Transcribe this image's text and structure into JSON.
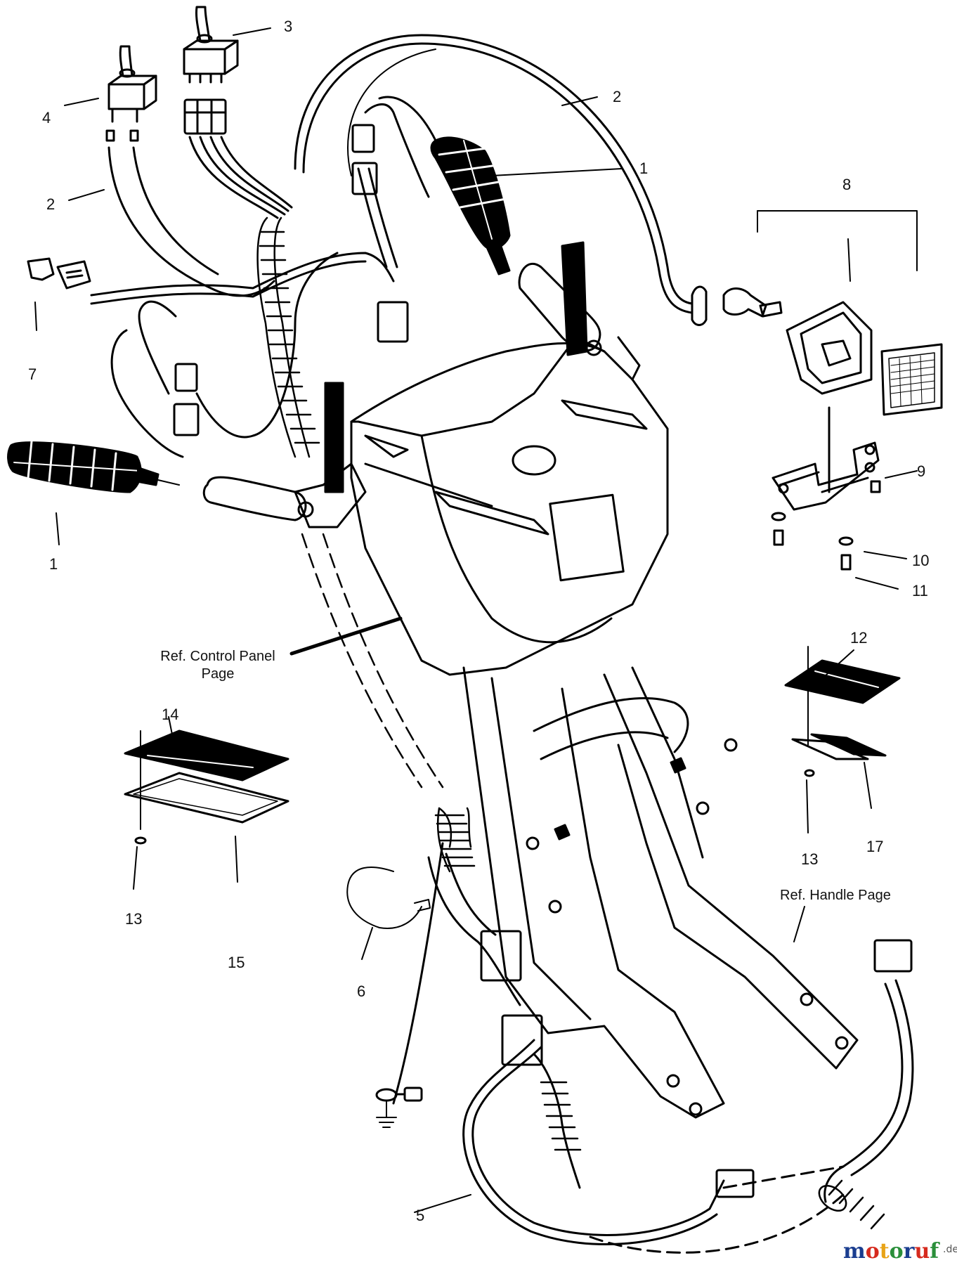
{
  "callouts": {
    "n1_grip_right": "1",
    "n1_grip_left": "1",
    "n2_cable_top": "2",
    "n2_wires_left": "2",
    "n3": "3",
    "n4": "4",
    "n5": "5",
    "n6": "6",
    "n7": "7",
    "n8": "8",
    "n9": "9",
    "n10": "10",
    "n11": "11",
    "n12": "12",
    "n13_left": "13",
    "n13_right": "13",
    "n14": "14",
    "n15": "15",
    "n17": "17"
  },
  "references": {
    "control_panel_line1": "Ref. Control Panel",
    "control_panel_line2": "Page",
    "handle_page": "Ref. Handle Page"
  },
  "watermark": {
    "brand": "motoruf",
    "suffix": ".de",
    "colors": [
      "#1a3d8f",
      "#d62a1e",
      "#e8a317",
      "#2a8f3a",
      "#1a3d8f",
      "#d62a1e",
      "#2a8f3a"
    ]
  }
}
